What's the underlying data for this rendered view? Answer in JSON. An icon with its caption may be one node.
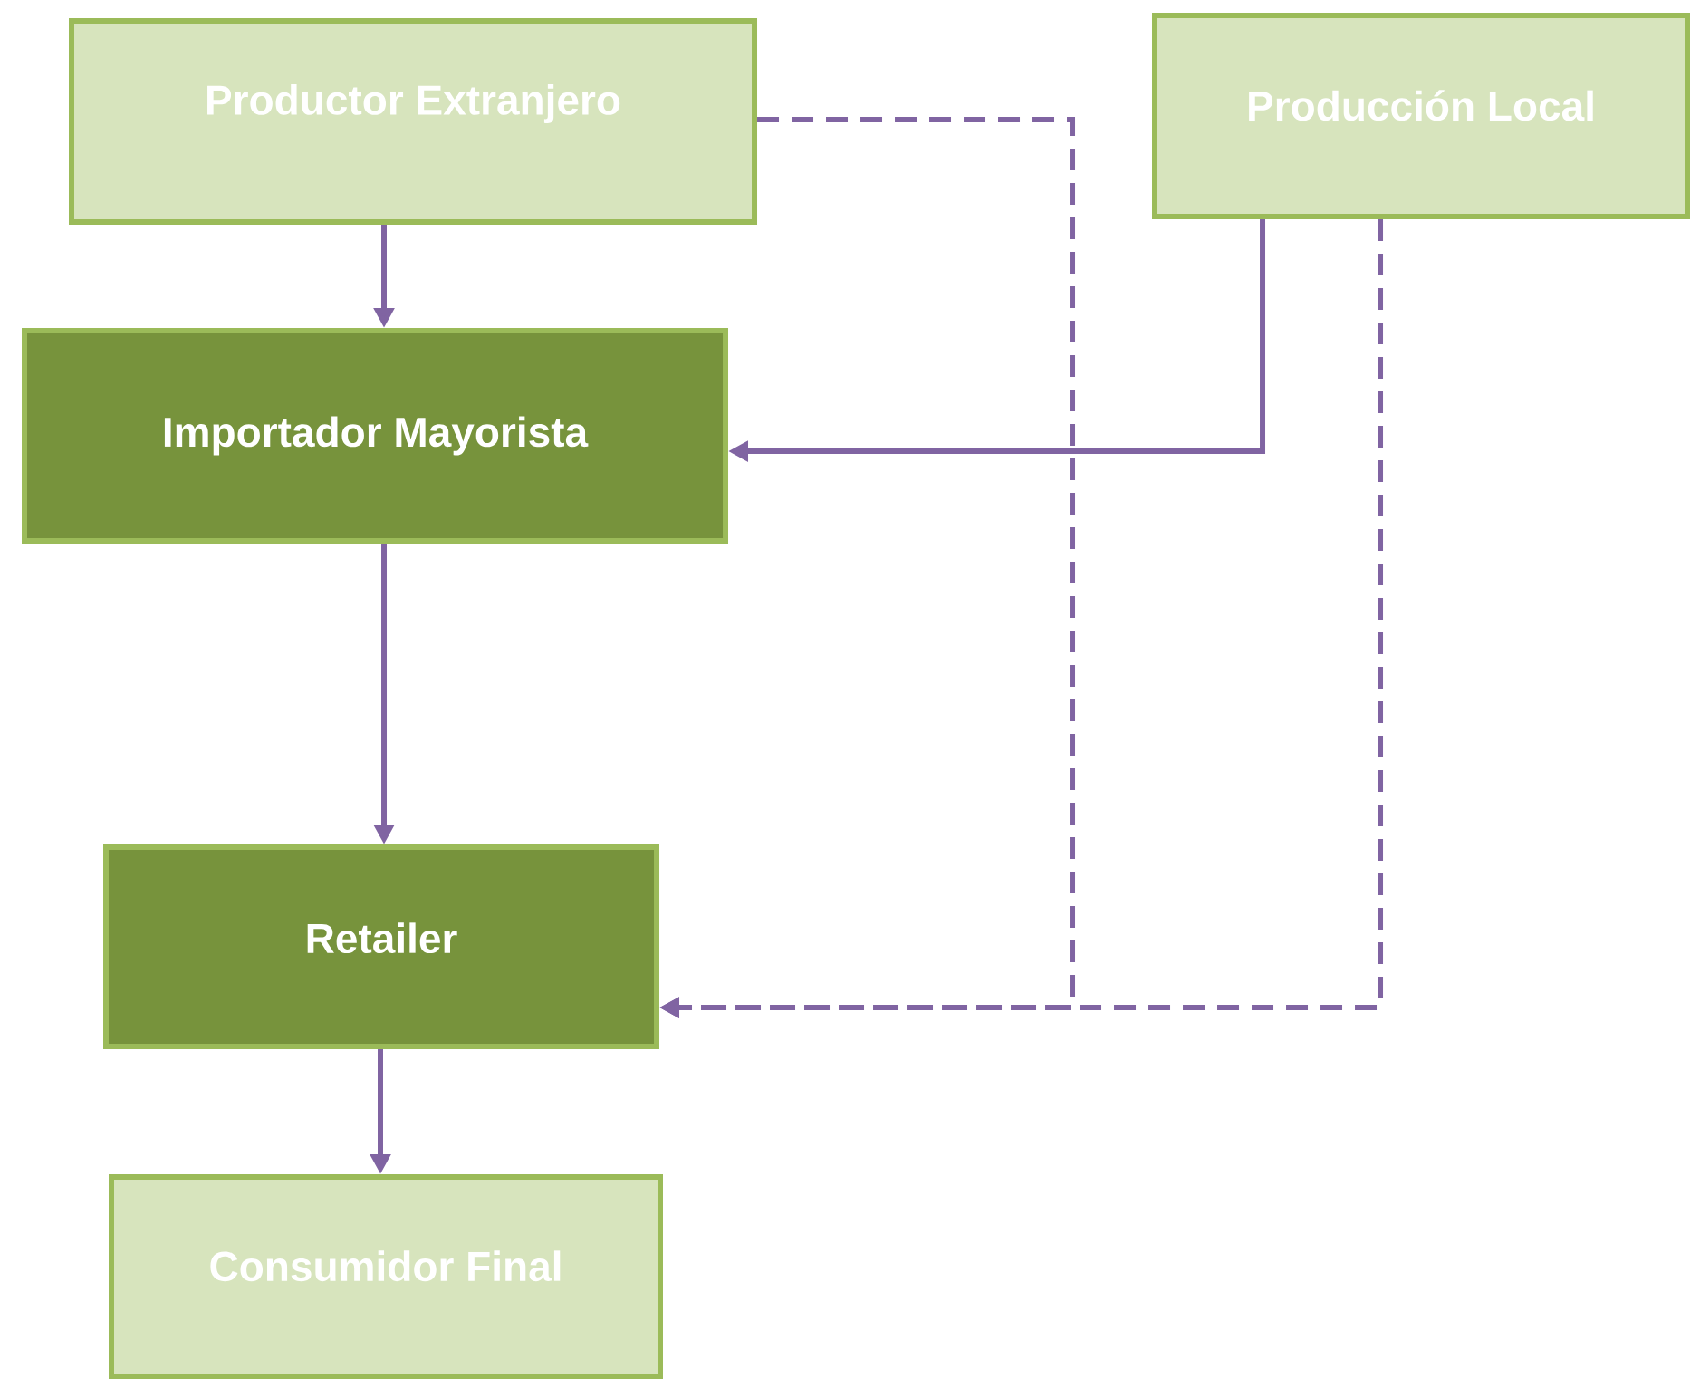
{
  "diagram": {
    "nodes": [
      {
        "text": [
          "Productor Extranjero"
        ]
      },
      {
        "text": [
          "Producción Local"
        ]
      },
      {
        "text": [
          "Importador Mayorista"
        ]
      },
      {
        "text": [
          "Retailer"
        ]
      },
      {
        "text": [
          "Consumidor Final"
        ]
      }
    ],
    "edges": [
      {
        "from": 0,
        "to": 2,
        "arrow": "to"
      },
      {
        "from": 1,
        "to": 2,
        "arrow": "to"
      },
      {
        "from": 0,
        "to": 3,
        "arrow": "to",
        "style": "dashed"
      },
      {
        "from": 1,
        "to": 3,
        "arrow": "to",
        "style": "dashed"
      },
      {
        "from": 2,
        "to": 3,
        "arrow": "to"
      },
      {
        "from": 3,
        "to": 4,
        "arrow": "to"
      }
    ]
  }
}
